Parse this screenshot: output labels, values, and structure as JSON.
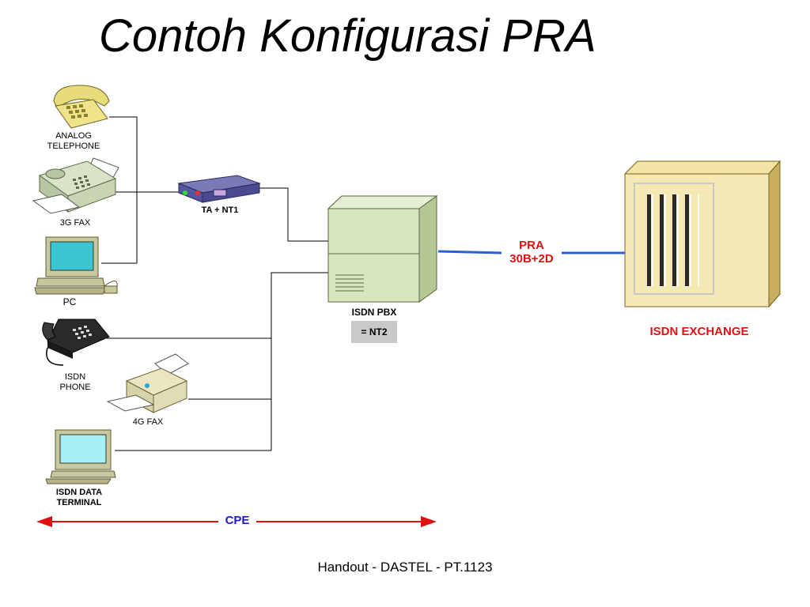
{
  "title": "Contoh Konfigurasi PRA",
  "devices": {
    "analog_telephone": "ANALOG\nTELEPHONE",
    "fax_3g": "3G FAX",
    "pc": "PC",
    "isdn_phone": "ISDN\nPHONE",
    "fax_4g": "4G FAX",
    "isdn_data_terminal": "ISDN DATA\nTERMINAL",
    "ta_nt1": "TA + NT1",
    "isdn_pbx": "ISDN PBX",
    "nt2": "= NT2",
    "isdn_exchange": "ISDN EXCHANGE"
  },
  "link": {
    "line1": "PRA",
    "line2": "30B+2D",
    "color": "#2a5fd6"
  },
  "cpe_label": "CPE",
  "footer": "Handout - DASTEL - PT.1123",
  "colors": {
    "red_label": "#e01010",
    "cpe_text": "#1a1ad0",
    "cpe_arrow": "#e01010"
  }
}
